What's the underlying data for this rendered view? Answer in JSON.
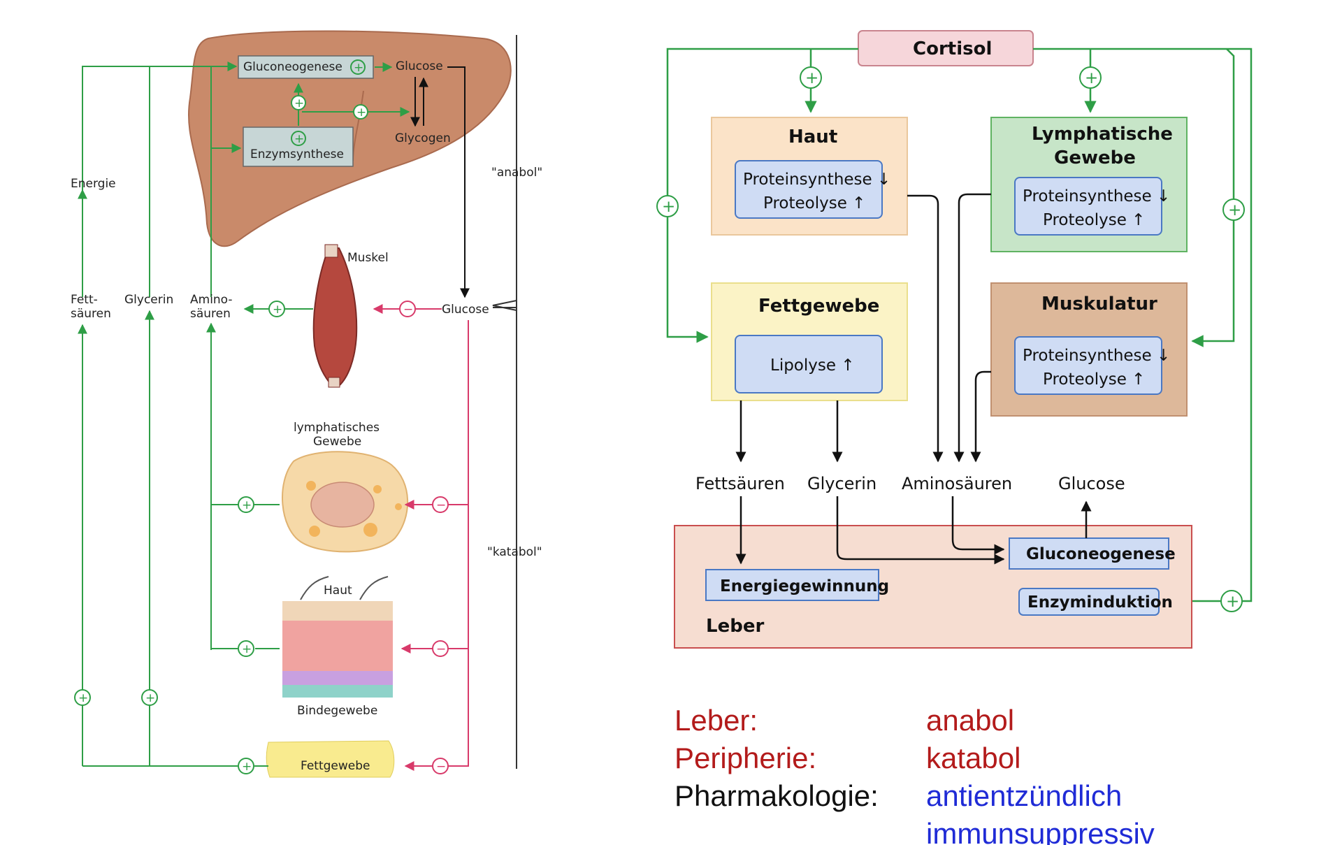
{
  "left_diagram": {
    "liver": {
      "gluconeogenese": "Gluconeogenese",
      "glucose_top": "Glucose",
      "glycogen": "Glycogen",
      "enzymsynthese": "Enzymsynthese"
    },
    "energie": "Energie",
    "anabol": "\"anabol\"",
    "katabol": "\"katabol\"",
    "fett_line1": "Fett-",
    "fett_line2": "säuren",
    "glycerin": "Glycerin",
    "amino_line1": "Amino-",
    "amino_line2": "säuren",
    "muskel": "Muskel",
    "glucose_mid": "Glucose",
    "lymph_line1": "lymphatisches",
    "lymph_line2": "Gewebe",
    "haut": "Haut",
    "bindegewebe": "Bindegewebe",
    "fettgewebe": "Fettgewebe",
    "plus": "+",
    "minus": "−"
  },
  "right_diagram": {
    "cortisol": "Cortisol",
    "haut": {
      "title": "Haut",
      "line1": "Proteinsynthese ↓",
      "line2": "Proteolyse ↑"
    },
    "lymph": {
      "title1": "Lymphatische",
      "title2": "Gewebe",
      "line1": "Proteinsynthese ↓",
      "line2": "Proteolyse ↑"
    },
    "fett": {
      "title": "Fettgewebe",
      "line1": "Lipolyse ↑"
    },
    "muskel": {
      "title": "Muskulatur",
      "line1": "Proteinsynthese ↓",
      "line2": "Proteolyse ↑"
    },
    "products": {
      "fettsaeuren": "Fettsäuren",
      "glycerin": "Glycerin",
      "aminosaeuren": "Aminosäuren",
      "glucose": "Glucose"
    },
    "leber": {
      "title": "Leber",
      "energiegewinnung": "Energiegewinnung",
      "gluconeogenese": "Gluconeogenese",
      "enzyminduktion": "Enzyminduktion"
    }
  },
  "legend": [
    {
      "label": "Leber:",
      "value": "anabol",
      "label_color": "#b31b1b",
      "value_color": "#b31b1b"
    },
    {
      "label": "Peripherie:",
      "value": "katabol",
      "label_color": "#b31b1b",
      "value_color": "#b31b1b"
    },
    {
      "label": "Pharmakologie:",
      "value": "antientzündlich",
      "label_color": "#111111",
      "value_color": "#1f2bd6"
    },
    {
      "label": "",
      "value": "immunsuppressiv",
      "label_color": "#111111",
      "value_color": "#1f2bd6"
    }
  ],
  "colors": {
    "green": "#2e9e46",
    "pink": "#d83a6a",
    "arrow": "#111111",
    "blue_box": "#cfdcf4",
    "blue_border": "#4a78c4"
  }
}
